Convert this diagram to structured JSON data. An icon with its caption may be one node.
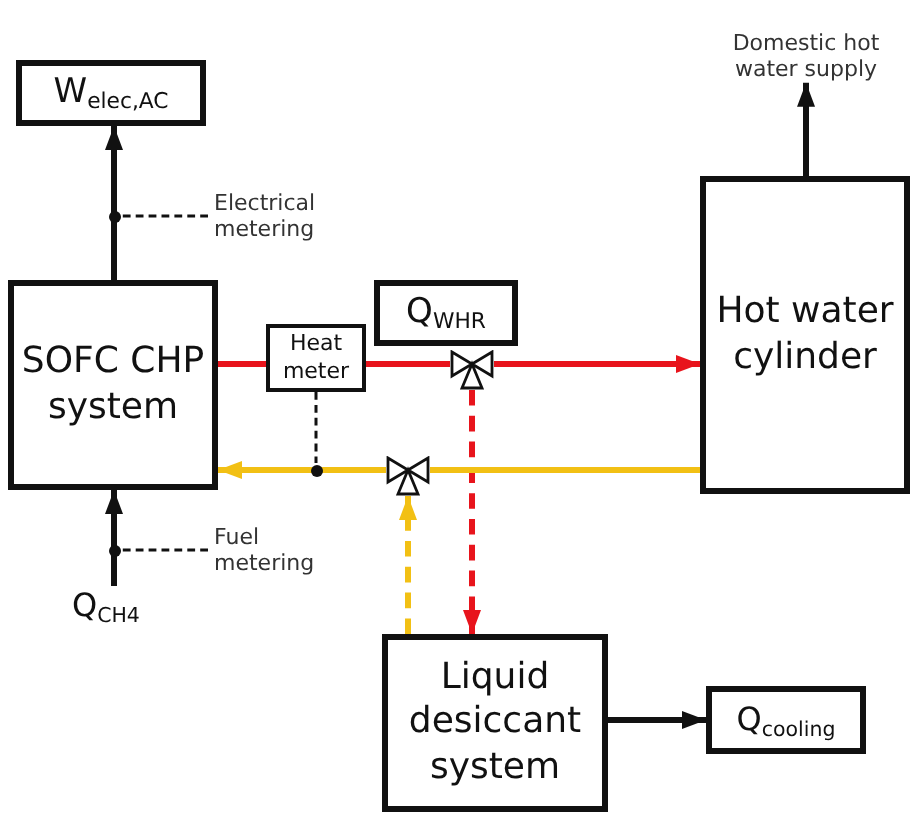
{
  "diagram": {
    "nodes": [
      {
        "text": [
          "Domestic hot water supply"
        ]
      },
      {
        "text": [
          "W$_{elec,AC}$"
        ]
      },
      {
        "text": [
          "Hot water cylinder"
        ]
      },
      {
        "text": [
          "Electrical metering"
        ]
      },
      {
        "text": [],
        "shape": "dot"
      },
      {
        "text": [
          "SOFC CHP system"
        ]
      },
      {
        "text": [
          "Q$_{WHR}$"
        ]
      },
      {
        "text": [
          "Heat meter"
        ]
      },
      {
        "text": [],
        "shape": "valve"
      },
      {
        "text": [],
        "shape": "valve"
      },
      {
        "text": [],
        "shape": "dot"
      },
      {
        "text": [
          "Fuel metering"
        ]
      },
      {
        "text": [],
        "shape": "dot"
      },
      {
        "text": [
          "Q$_{CH4}$"
        ]
      },
      {
        "text": [
          "Liquid desiccant system"
        ]
      },
      {
        "text": [
          "Q$_{cooling}$"
        ]
      }
    ],
    "edges": [
      {
        "from": 5,
        "to": 1,
        "arrow": "to"
      },
      {
        "from": 3,
        "to": 4,
        "arrow": "none",
        "style": "dashed"
      },
      {
        "from": 2,
        "to": 0,
        "arrow": "to"
      },
      {
        "from": 5,
        "to": 7,
        "arrow": "none",
        "color": "#e8141c"
      },
      {
        "from": 7,
        "to": 8,
        "arrow": "none",
        "color": "#e8141c"
      },
      {
        "from": 8,
        "to": 2,
        "arrow": "to",
        "color": "#e8141c"
      },
      {
        "from": 8,
        "to": 14,
        "arrow": "to",
        "style": "dashed",
        "color": "#e8141c"
      },
      {
        "from": 7,
        "to": 10,
        "arrow": "none",
        "style": "dashed"
      },
      {
        "from": 2,
        "to": 9,
        "arrow": "none",
        "color": "#f2c014"
      },
      {
        "from": 9,
        "to": 5,
        "arrow": "to",
        "color": "#f2c014"
      },
      {
        "from": 14,
        "to": 9,
        "arrow": "to",
        "style": "dashed",
        "color": "#f2c014"
      },
      {
        "from": 11,
        "to": 12,
        "arrow": "none",
        "style": "dashed"
      },
      {
        "from": 13,
        "to": 5,
        "arrow": "to"
      },
      {
        "from": 14,
        "to": 15,
        "arrow": "to"
      }
    ]
  }
}
